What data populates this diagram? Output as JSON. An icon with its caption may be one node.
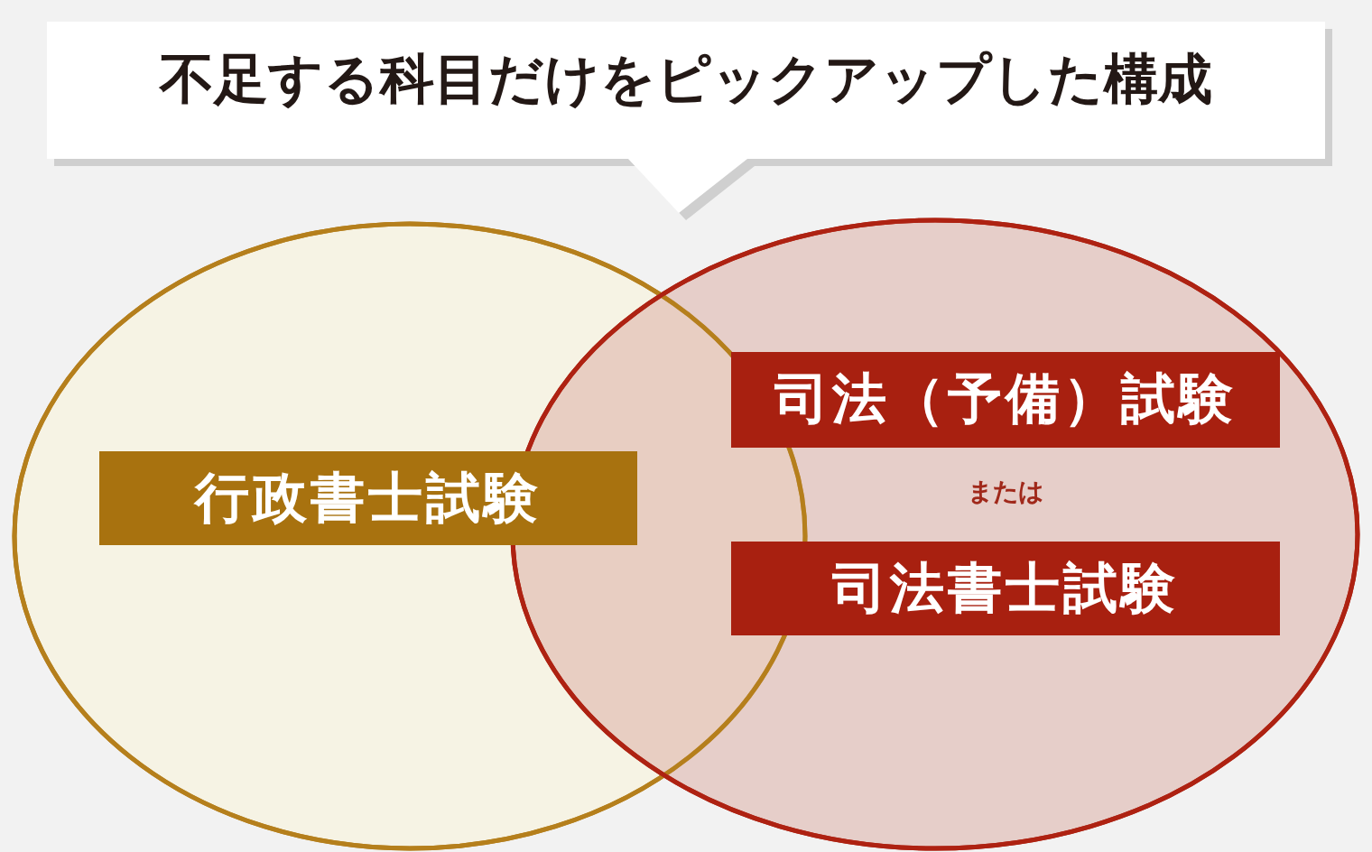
{
  "diagram": {
    "title": "不足する科目だけをピックアップした構成",
    "nodes": [
      {
        "text": [
          "行政書士試験"
        ]
      },
      {
        "text": [
          "司法（予備）試験",
          "または",
          "司法書士試験"
        ]
      }
    ]
  }
}
